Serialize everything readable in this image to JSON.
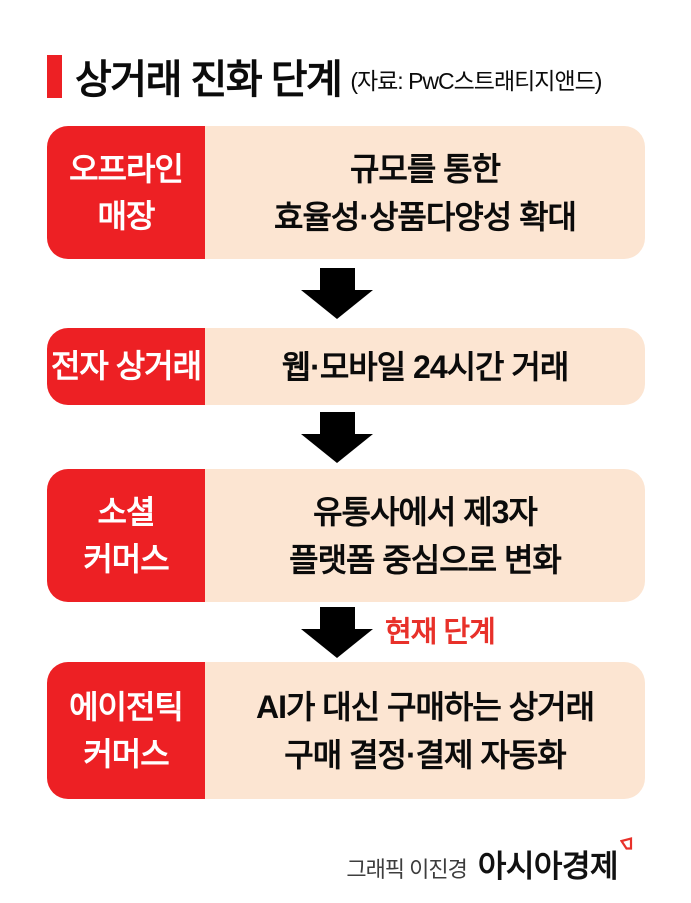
{
  "header": {
    "title": "상거래 진화 단계",
    "source": "(자료: PwC스트래티지앤드)"
  },
  "stages": [
    {
      "label": [
        "오프라인",
        "매장"
      ],
      "desc": [
        "규모를 통한",
        "효율성·상품다양성 확대"
      ]
    },
    {
      "label": [
        "전자 상거래"
      ],
      "desc": [
        "웹·모바일 24시간 거래"
      ]
    },
    {
      "label": [
        "소셜",
        "커머스"
      ],
      "desc": [
        "유통사에서 제3자",
        "플랫폼 중심으로 변화"
      ]
    },
    {
      "label": [
        "에이전틱",
        "커머스"
      ],
      "desc": [
        "AI가 대신 구매하는 상거래",
        "구매 결정·결제 자동화"
      ]
    }
  ],
  "current_stage_label": "현재 단계",
  "footer": {
    "credit": "그래픽 이진경",
    "brand": "아시아경제"
  },
  "icons": {
    "down_arrow": "solid black down arrow",
    "brand_mark": "red outlined flag mark"
  },
  "colors": {
    "accent_red": "#ED2024",
    "current_label_red": "#E8312A",
    "box_cream": "#FCE5D2",
    "arrow_black": "#000000"
  }
}
